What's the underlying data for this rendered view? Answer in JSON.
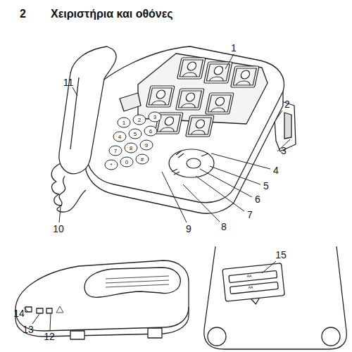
{
  "diagram": {
    "title": "Χειριστήρια και οθόνες",
    "labels": [
      "2",
      "1",
      "2",
      "3",
      "4",
      "5",
      "6",
      "7",
      "8",
      "9",
      "10",
      "11",
      "12",
      "13",
      "14",
      "15",
      "1",
      "2",
      "3",
      "4",
      "5",
      "6",
      "7",
      "8",
      "9",
      "*",
      "0",
      "#",
      "AA",
      "AA"
    ]
  }
}
